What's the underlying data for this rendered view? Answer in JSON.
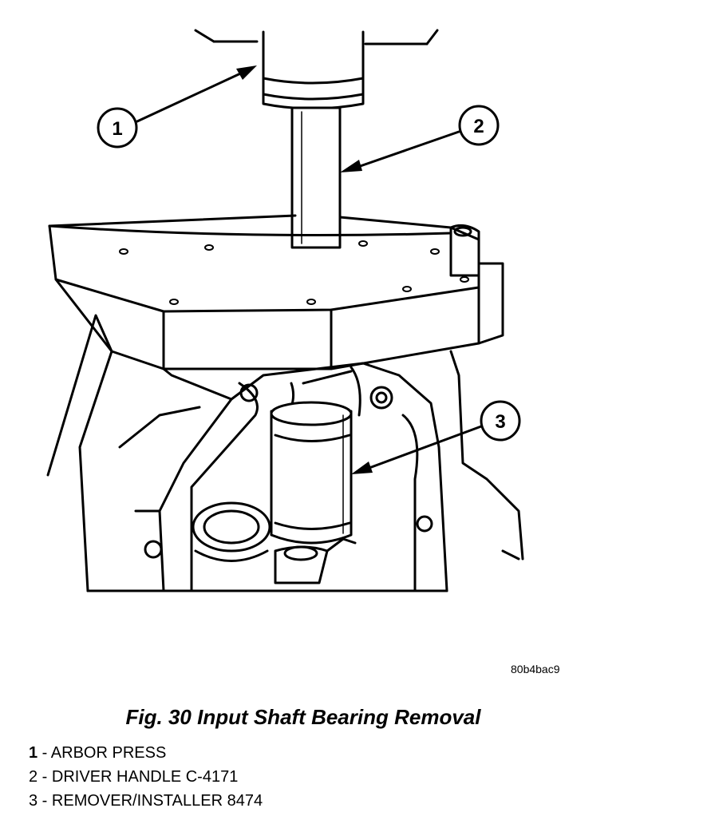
{
  "figure": {
    "drawing_code": "80b4bac9",
    "title": "Fig. 30 Input Shaft Bearing Removal"
  },
  "callouts": [
    {
      "number": "1",
      "label": "ARBOR PRESS"
    },
    {
      "number": "2",
      "label": "DRIVER HANDLE C-4171"
    },
    {
      "number": "3",
      "label": "REMOVER/INSTALLER 8474"
    }
  ],
  "legend_separator": " - "
}
